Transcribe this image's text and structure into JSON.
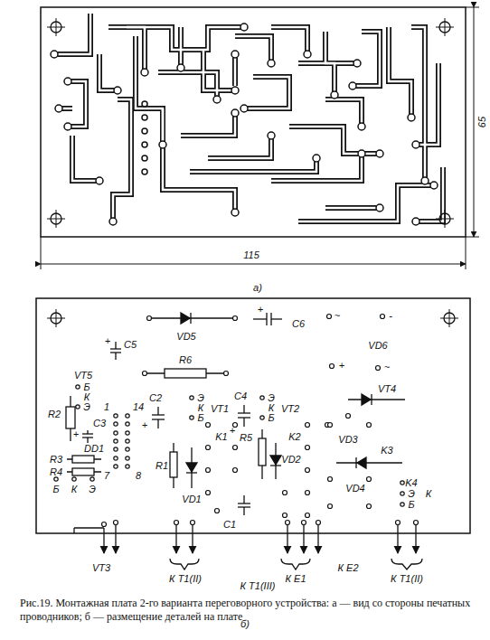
{
  "diagram": {
    "caption": "Рис.19. Монтажная плата 2-го варианта переговорного устройства: а — вид со стороны печатных проводников; б — размещение деталей на плате",
    "labels": [
      "65",
      "115",
      "а)",
      "C5",
      "+",
      "VD5",
      "C6",
      "+",
      "~",
      "-",
      "VD6",
      "R6",
      "+",
      "~",
      "VT5",
      "Б",
      "К",
      "Э",
      "R2",
      "C2",
      "+",
      "14",
      "1",
      "C3",
      "+",
      "DD1",
      "7",
      "8",
      "Э",
      "К",
      "Б",
      "VT1",
      "C4",
      "+",
      "Э",
      "К",
      "Б",
      "VT2",
      "K1",
      "K2",
      "R1",
      "R5",
      "VD1",
      "VD2",
      "C1",
      "R3",
      "R4",
      "Б",
      "К",
      "Э",
      "VT4",
      "VD3",
      "K3",
      "VD4",
      "K4",
      "Э",
      "Б",
      "К",
      "VT3",
      "К Т1(II)",
      "К Е1",
      "К Е2",
      "К Т1(II)",
      "К Т1(III)",
      "б)"
    ]
  }
}
